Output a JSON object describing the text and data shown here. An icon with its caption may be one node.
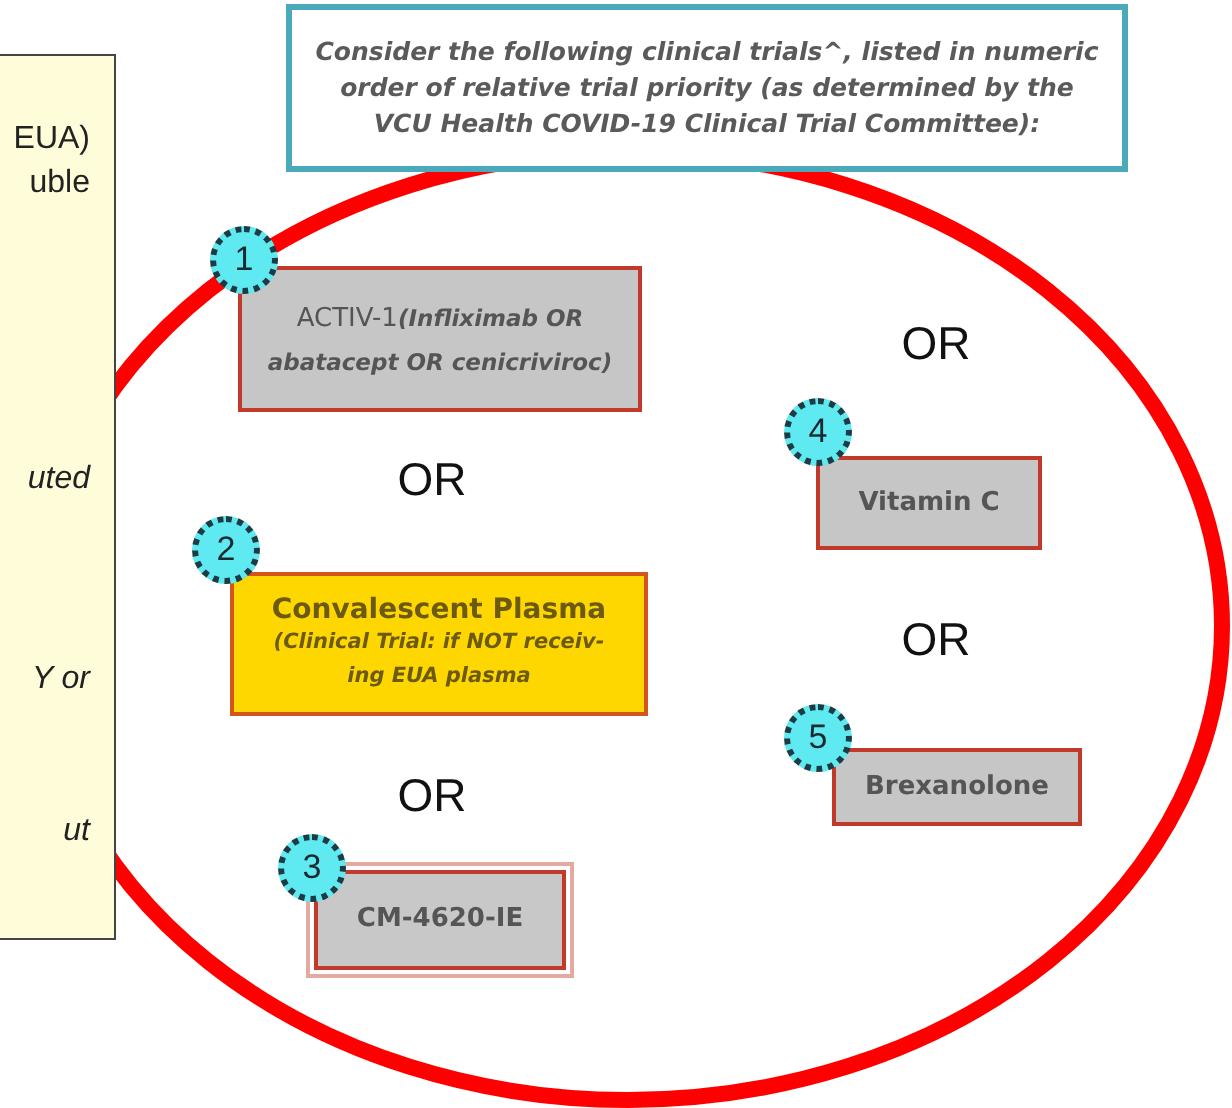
{
  "diagram": {
    "nodes": [
      {
        "text": [
          "EUA)",
          "uble",
          "uted",
          "Y or",
          "ut"
        ]
      },
      {
        "text": [
          "Consider the following clinical trials^, listed in numeric order of relative trial priority (as determined by the VCU Health COVID-19 Clinical Trial Committee):"
        ]
      },
      {
        "text": [
          "1"
        ]
      },
      {
        "text": [
          "ACTIV-1",
          "(Infliximab OR abatacept OR cenicriviroc)"
        ]
      },
      {
        "text": [
          "2"
        ]
      },
      {
        "text": [
          "Convalescent Plasma",
          "(Clinical Trial: if NOT receiv- ing EUA plasma"
        ]
      },
      {
        "text": [
          "3"
        ]
      },
      {
        "text": [
          "CM-4620-IE"
        ]
      },
      {
        "text": [
          "4"
        ]
      },
      {
        "text": [
          "Vitamin C"
        ]
      },
      {
        "text": [
          "5"
        ]
      },
      {
        "text": [
          "Brexanolone"
        ]
      }
    ],
    "edges": [],
    "labels": [
      "OR",
      "OR",
      "OR",
      "OR"
    ]
  }
}
